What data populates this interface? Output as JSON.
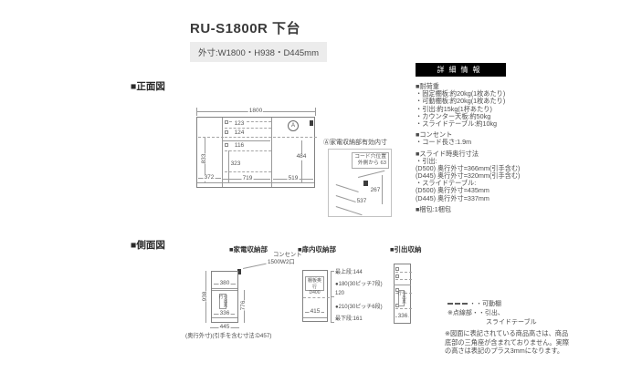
{
  "header": {
    "title": "RU-S1800R 下台",
    "outer_size": "外寸:W1800・H938・D445mm"
  },
  "front_view": {
    "heading": "■正面図",
    "dims": {
      "total_width": "1800",
      "left_width": "372",
      "left_height": "833",
      "drawer_top": "123",
      "drawer_mid": "124",
      "drawer_low": "116",
      "mid_open_height": "323",
      "mid_width": "719",
      "right_height": "484",
      "right_width": "519"
    },
    "marker_label": "A",
    "detail": {
      "title": "Ⓐ家電収納部有効内寸",
      "cord_line1": "コード穴位置",
      "cord_line2": "外側から 63",
      "dim_depth": "267",
      "dim_width": "537"
    }
  },
  "info_panel": {
    "header": "詳細情報",
    "lines": [
      "■耐荷重",
      "・固定棚板:約20kg(1枚あたり)",
      "・可動棚板:約20kg(1枚あたり)",
      "・引出:約15kg(1杯あたり)",
      "・カウンター天板:約50kg",
      "・スライドテーブル:約10kg",
      "",
      "■コンセント",
      "・コード長さ:1.9m",
      "",
      "■スライド時奥行寸法",
      "・引出:",
      "(D500) 奥行外寸=366mm(引手含む)",
      "(D445) 奥行外寸=320mm(引手含む)",
      "・スライドテーブル:",
      "(D500) 奥行外寸=435mm",
      "(D445) 奥行外寸=337mm",
      "",
      "■梱包:1梱包"
    ]
  },
  "side_view": {
    "heading": "■側面図",
    "appliance": {
      "title": "■家電収納部",
      "outlet_line1": "コンセント",
      "outlet_line2": "1500W2口",
      "total_height": "938",
      "niche_depth": "380",
      "drawer_label": "引出奥行",
      "drawer_depth": "336",
      "lower_height": "776",
      "base_depth": "445",
      "note": "(奥行外寸)(引手を含む寸法:D457)"
    },
    "door": {
      "title": "■扉内収納部",
      "shelf_line1": "棚板奥行",
      "shelf_line2": "D400",
      "inner_depth": "415",
      "labels": [
        "最上段:144",
        "●180(30ピッチ7段)",
        "120",
        "●210(30ピッチ6段)",
        "最下段:161"
      ]
    },
    "drawer": {
      "title": "■引出収納",
      "drawer_label": "引出奥行",
      "drawer_depth": "336"
    }
  },
  "legend": {
    "movable": "・・可動棚",
    "dotted_1": "※点線部・・引出、",
    "dotted_2": "スライドテーブル"
  },
  "footnote": "※図面に表記されている商品高さは、商品底部の三角座が含まれておりません。実際の高さは表記のプラス3mmになります。"
}
